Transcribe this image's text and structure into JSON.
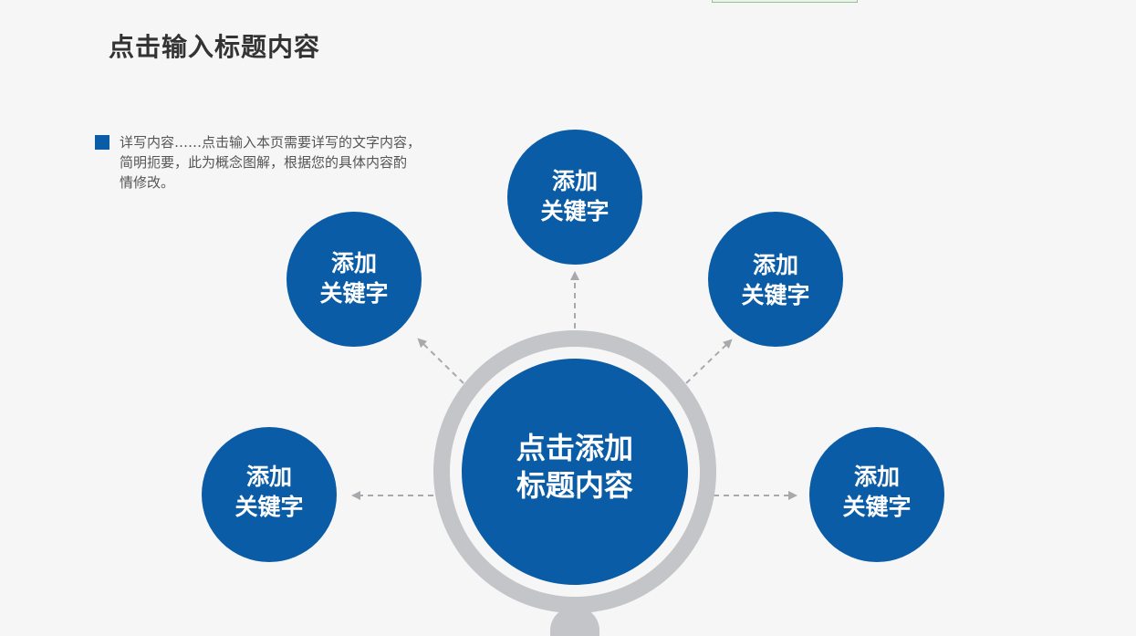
{
  "slide": {
    "title": "点击输入标题内容",
    "description_lines": [
      "详写内容……点击输入本页需要详写的文字内容，",
      "简明扼要，此为概念图解，根据您的具体内容酌",
      "情修改。"
    ]
  },
  "diagram": {
    "center": {
      "lines": [
        "点击添加",
        "标题内容"
      ]
    },
    "nodes": [
      {
        "id": "left",
        "lines": [
          "添加",
          "关键字"
        ]
      },
      {
        "id": "upper-left",
        "lines": [
          "添加",
          "关键字"
        ]
      },
      {
        "id": "top",
        "lines": [
          "添加",
          "关键字"
        ]
      },
      {
        "id": "upper-right",
        "lines": [
          "添加",
          "关键字"
        ]
      },
      {
        "id": "right",
        "lines": [
          "添加",
          "关键字"
        ]
      }
    ]
  },
  "colors": {
    "node_blue": "#0a5ca6",
    "ring_gray": "#c3c5c8",
    "arrow_gray": "#a7a9ac",
    "title_text": "#333333",
    "body_text": "#555555"
  }
}
